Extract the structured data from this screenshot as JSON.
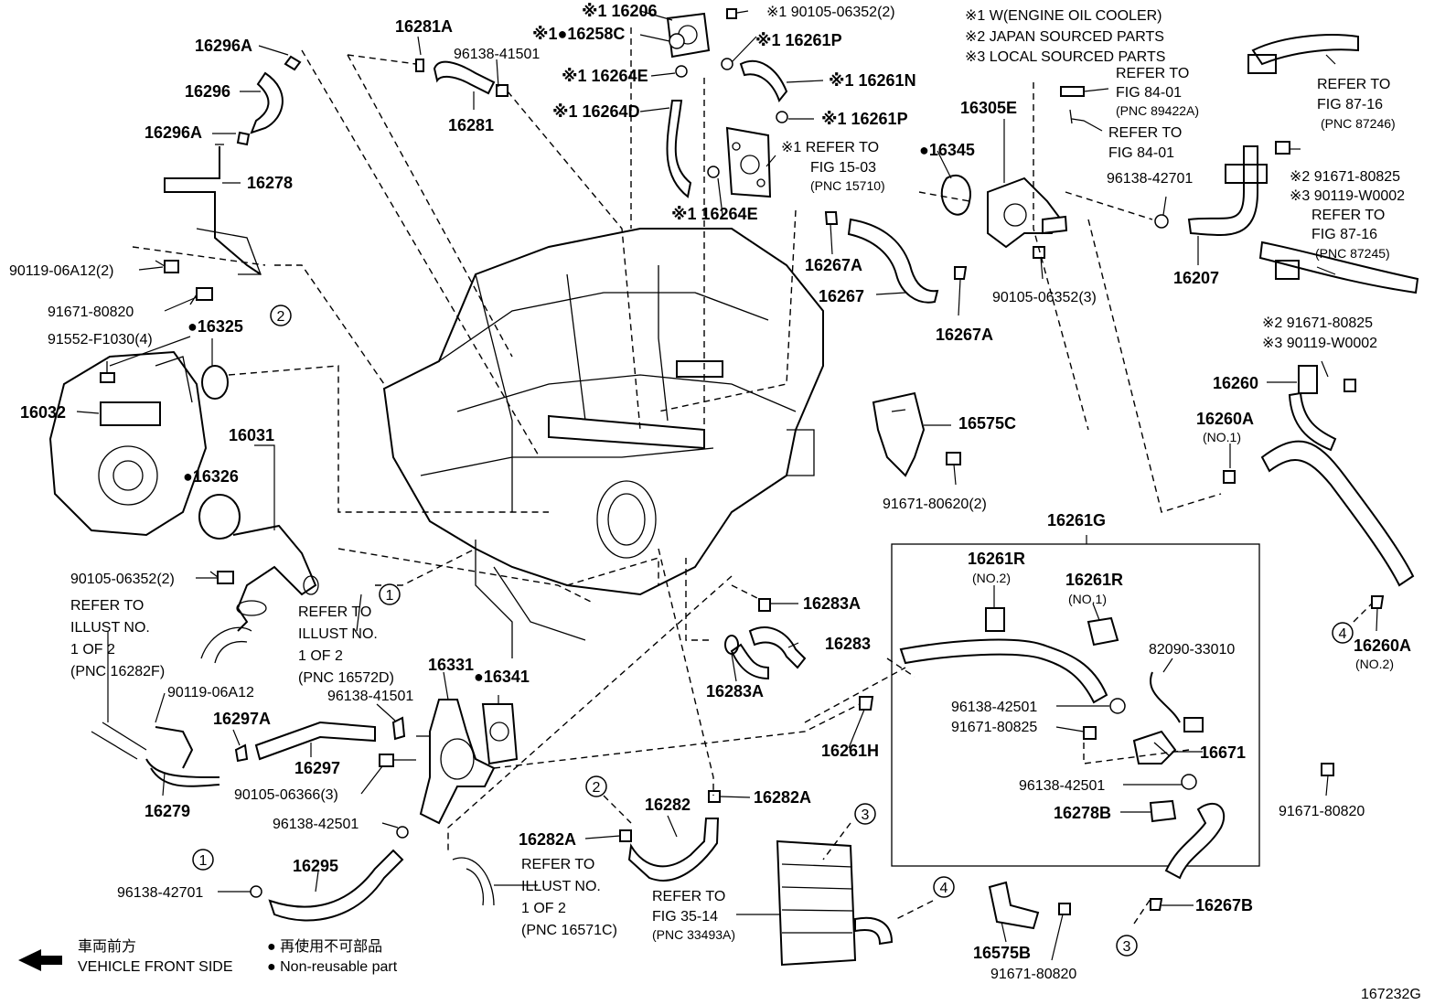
{
  "legend_notes": {
    "note1": "※1 W(ENGINE OIL COOLER)",
    "note2": "※2 JAPAN SOURCED PARTS",
    "note3": "※3 LOCAL SOURCED PARTS"
  },
  "parts": {
    "p16296A_top": "16296A",
    "p16296": "16296",
    "p16296A_bot": "16296A",
    "p16278": "16278",
    "p9011906A12_2": "90119-06A12(2)",
    "p9167180820_a": "91671-80820",
    "p91552F1030": "91552-F1030(4)",
    "p16325": "●16325",
    "p16032": "16032",
    "p16031": "16031",
    "p16326": "●16326",
    "p9010506352_2": "90105-06352(2)",
    "p16281A": "16281A",
    "p9613841501_a": "96138-41501",
    "p16281": "16281",
    "p16206": "※1 16206",
    "p16258C": "※1●16258C",
    "p9010506352_2b": "※1 90105-06352(2)",
    "p16264E_a": "※1 16264E",
    "p16264D": "※1 16264D",
    "p16264E_b": "※1 16264E",
    "p16261P_a": "※1 16261P",
    "p16261N": "※1 16261N",
    "p16261P_b": "※1 16261P",
    "p_refer1503": "※1 REFER TO",
    "p_refer1503b": "FIG 15-03",
    "p_refer1503c": "(PNC 15710)",
    "p16305E": "16305E",
    "p16345": "●16345",
    "p16267A_a": "16267A",
    "p16267": "16267",
    "p16267A_b": "16267A",
    "p9010506352_3": "90105-06352(3)",
    "p_refer8401a": "REFER TO",
    "p_refer8401a2": "FIG 84-01",
    "p_refer8401a3": "(PNC 89422A)",
    "p_refer8401b": "REFER TO",
    "p_refer8401b2": "FIG 84-01",
    "p_refer8716a": "REFER TO",
    "p_refer8716a2": "FIG 87-16",
    "p_refer8716a3": "(PNC 87246)",
    "p9613842701_a": "96138-42701",
    "p16207": "16207",
    "p9167180825_a": "※2 91671-80825",
    "p90119W0002_a": "※3 90119-W0002",
    "p_refer8716b": "REFER TO",
    "p_refer8716b2": "FIG 87-16",
    "p_refer8716b3": "(PNC 87245)",
    "p9167180825_b": "※2 91671-80825",
    "p90119W0002_b": "※3 90119-W0002",
    "p16260": "16260",
    "p16260A_a": "16260A",
    "p16260A_a_no": "(NO.1)",
    "p16260A_b": "16260A",
    "p16260A_b_no": "(NO.2)",
    "p16575C": "16575C",
    "p9167180620_2": "91671-80620(2)",
    "p16261G": "16261G",
    "p16261R_a": "16261R",
    "p16261R_a_no": "(NO.2)",
    "p16261R_b": "16261R",
    "p16261R_b_no": "(NO.1)",
    "p8209033010": "82090-33010",
    "p9613842501_a": "96138-42501",
    "p9167180825_c": "91671-80825",
    "p16671": "16671",
    "p9613842501_b": "96138-42501",
    "p16278B": "16278B",
    "p9167180820_b": "91671-80820",
    "p16267B": "16267B",
    "p16283A_a": "16283A",
    "p16283": "16283",
    "p16283A_b": "16283A",
    "p16261H": "16261H",
    "p16331": "16331",
    "p16341": "●16341",
    "p9613841501_b": "96138-41501",
    "p9011906A12": "90119-06A12",
    "p16297A": "16297A",
    "p16297": "16297",
    "p9010506366_3": "90105-06366(3)",
    "p16279": "16279",
    "p9613842501_c": "96138-42501",
    "p16282": "16282",
    "p16282A_a": "16282A",
    "p16282A_b": "16282A",
    "p16295": "16295",
    "p9613842701_b": "96138-42701",
    "p16575B": "16575B",
    "p9167180820_c": "91671-80820"
  },
  "refer_notes": {
    "left_1": "REFER TO",
    "left_2": "ILLUST NO.",
    "left_3": "1 OF 2",
    "left_4": "(PNC 16282F)",
    "mid_1": "REFER TO",
    "mid_2": "ILLUST NO.",
    "mid_3": "1 OF 2",
    "mid_4": "(PNC 16572D)",
    "bot_1": "REFER TO",
    "bot_2": "ILLUST NO.",
    "bot_3": "1 OF 2",
    "bot_4": "(PNC 16571C)",
    "fig3514_1": "REFER TO",
    "fig3514_2": "FIG 35-14",
    "fig3514_3": "(PNC 33493A)"
  },
  "markers": {
    "c1": "1",
    "c2": "2",
    "c3": "3",
    "c4": "4"
  },
  "footer": {
    "front_jp": "車両前方",
    "front_en": "VEHICLE FRONT SIDE",
    "nonreuse_jp": "● 再使用不可部品",
    "nonreuse_en": "● Non-reusable part",
    "figure_id": "167232G"
  }
}
